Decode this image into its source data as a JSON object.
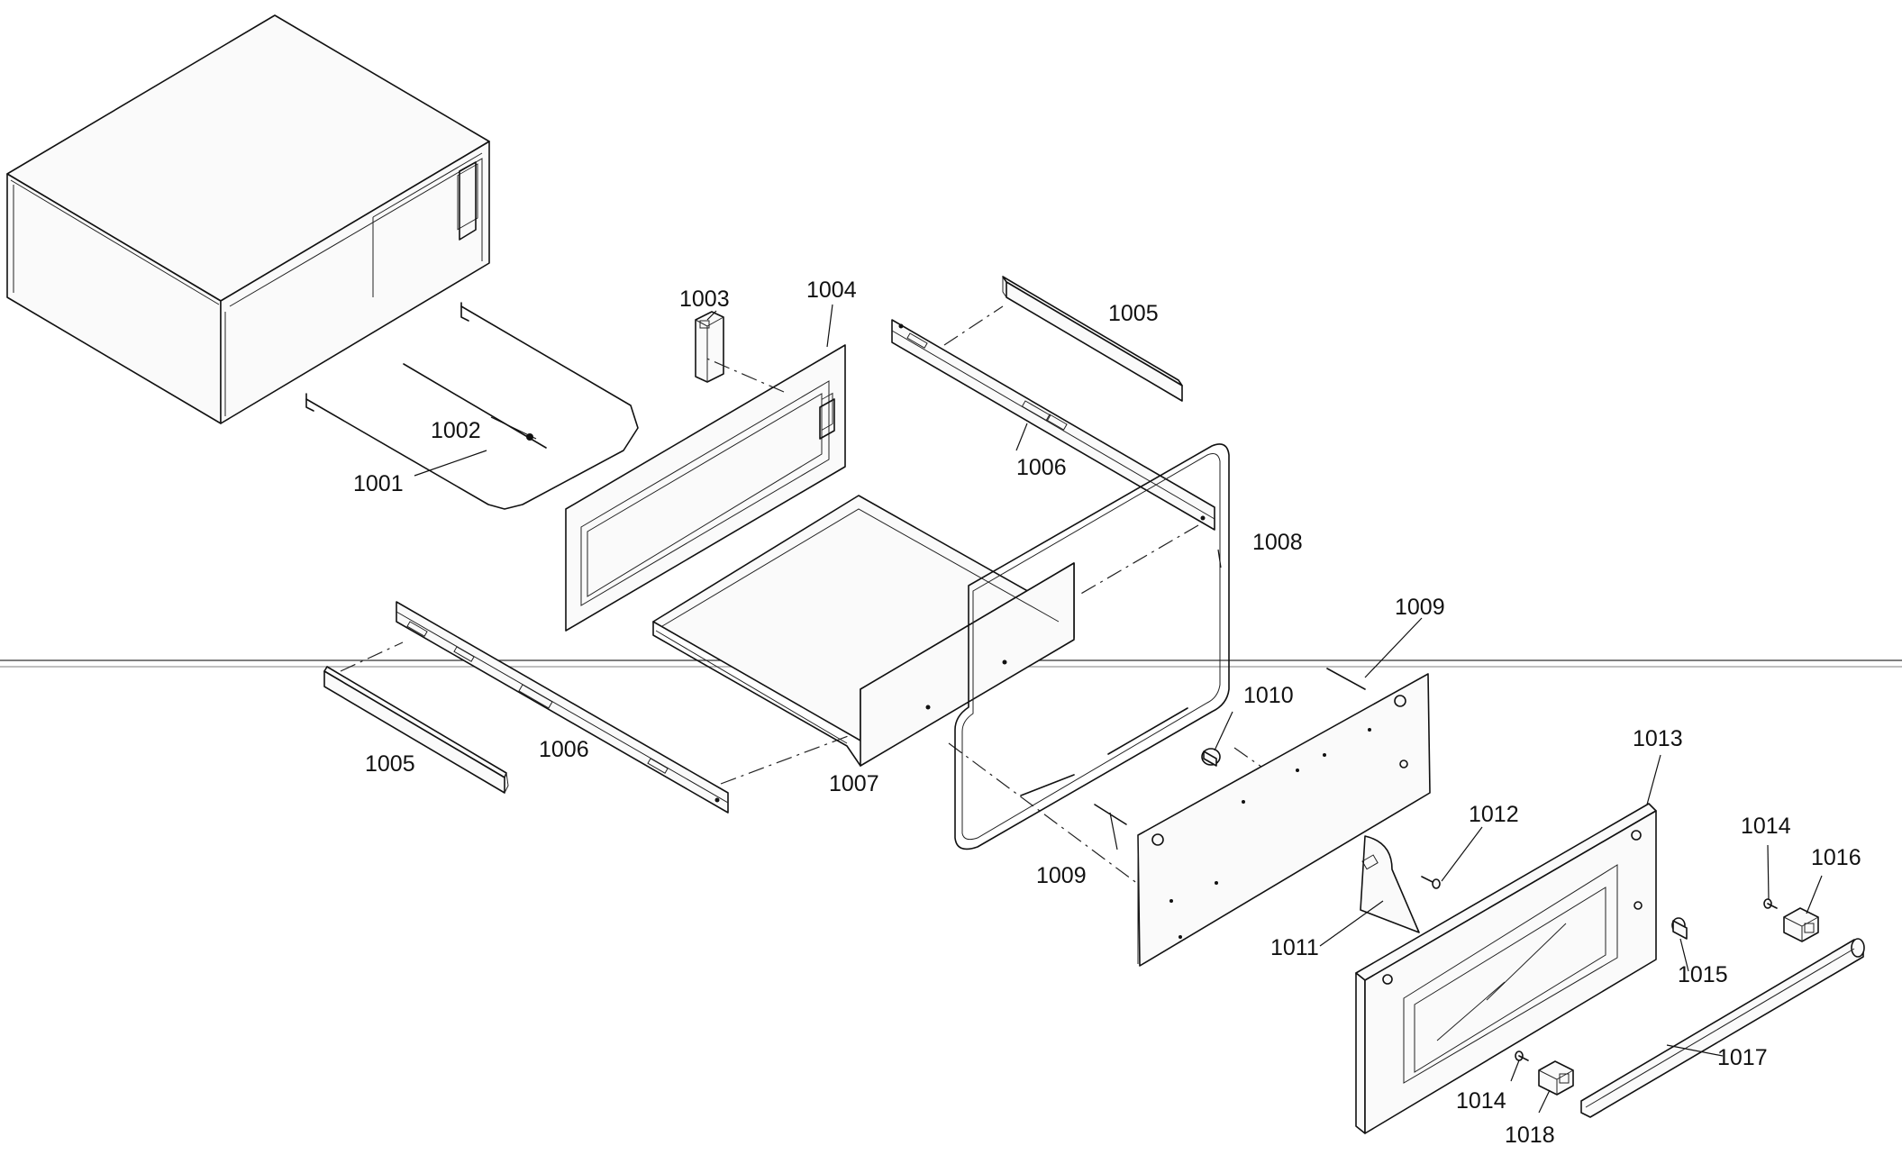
{
  "callouts": {
    "c1001": "1001",
    "c1002": "1002",
    "c1003": "1003",
    "c1004": "1004",
    "c1005a": "1005",
    "c1005b": "1005",
    "c1006a": "1006",
    "c1006b": "1006",
    "c1007": "1007",
    "c1008": "1008",
    "c1009a": "1009",
    "c1009b": "1009",
    "c1010": "1010",
    "c1011": "1011",
    "c1012": "1012",
    "c1013": "1013",
    "c1014a": "1014",
    "c1014b": "1014",
    "c1015": "1015",
    "c1016": "1016",
    "c1017": "1017",
    "c1018": "1018"
  }
}
